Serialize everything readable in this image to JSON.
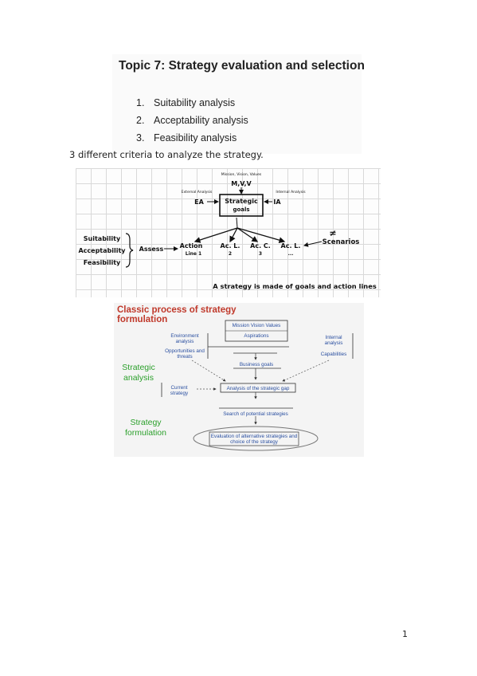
{
  "header": {
    "title": "Topic 7: Strategy evaluation and selection",
    "criteria": [
      {
        "num": "1.",
        "label": "Suitability analysis"
      },
      {
        "num": "2.",
        "label": "Acceptability analysis"
      },
      {
        "num": "3.",
        "label": "Feasibility analysis"
      }
    ]
  },
  "intro_text": "3 different criteria to analyze the strategy.",
  "handwritten_diagram": {
    "mvv_note": "Mission, Vision, Values",
    "mvv": "M,V,V",
    "ea_note": "External Analysis",
    "ea": "EA",
    "ia_note": "Internal Analysis",
    "ia": "IA",
    "goals_line1": "Strategic",
    "goals_line2": "goals",
    "criteria": [
      "Suitability",
      "Acceptability",
      "Feasibility"
    ],
    "assess": "Assess",
    "action_line_1": "Action",
    "action_line_2": "Line 1",
    "ac2": "Ac. L.",
    "ac2_num": "2",
    "ac3": "Ac. C.",
    "ac3_num": "3",
    "ac4": "Ac. L.",
    "ac4_num": "...",
    "not_equal": "≠",
    "scenarios": "Scenarios",
    "caption": "A strategy is made of goals and action lines"
  },
  "process_diagram": {
    "title": "Classic process of strategy formulation",
    "mvv": "Mission Vision Values",
    "aspirations": "Aspirations",
    "env_analysis": "Environment analysis",
    "opportunities": "Opportunities and threats",
    "internal_analysis": "Internal analysis",
    "capabilities": "Capabilities",
    "business_goals": "Business goals",
    "strategic_analysis": "Strategic analysis",
    "current_strategy": "Current strategy",
    "gap_analysis": "Analysis of the strategic gap",
    "search": "Search of potential strategies",
    "strategy_formulation": "Strategy formulation",
    "evaluation": "Evaluation of alternative strategies and choice of the strategy"
  },
  "footer": {
    "page_number": "1"
  }
}
